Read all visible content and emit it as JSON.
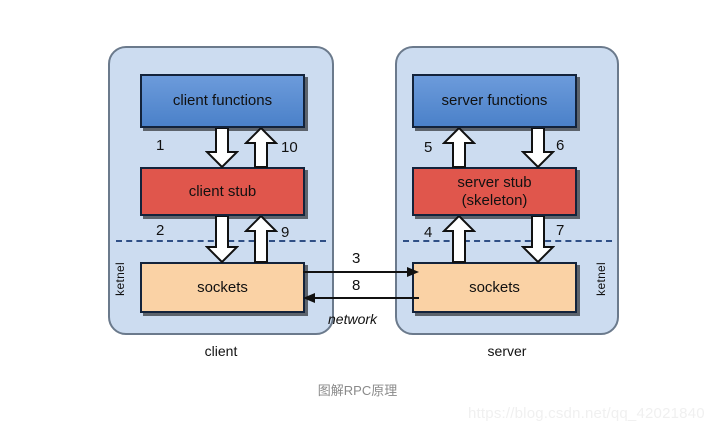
{
  "diagram": {
    "caption": "图解RPC原理",
    "watermark": "https://blog.csdn.net/qq_42021840",
    "network_label": "network",
    "colors": {
      "panel_bg": "#ccdcf0",
      "functions_blue": "#5b8fd4",
      "stub_red": "#e0564c",
      "sockets_orange": "#fad2a5",
      "kernel_dash": "#2f4f86",
      "page_bg": "#ffffff"
    },
    "client": {
      "caption": "client",
      "kernel_label": "ketnel",
      "functions": "client functions",
      "stub": "client stub",
      "sockets": "sockets",
      "steps": {
        "to_stub": "1",
        "to_sockets": "2",
        "from_sockets": "9",
        "to_functions": "10"
      }
    },
    "server": {
      "caption": "server",
      "kernel_label": "ketnel",
      "functions": "server functions",
      "stub_line1": "server stub",
      "stub_line2": "(skeleton)",
      "sockets": "sockets",
      "steps": {
        "from_sockets": "4",
        "to_functions": "5",
        "from_functions": "6",
        "to_sockets": "7"
      }
    },
    "network": {
      "request_step": "3",
      "response_step": "8"
    }
  }
}
